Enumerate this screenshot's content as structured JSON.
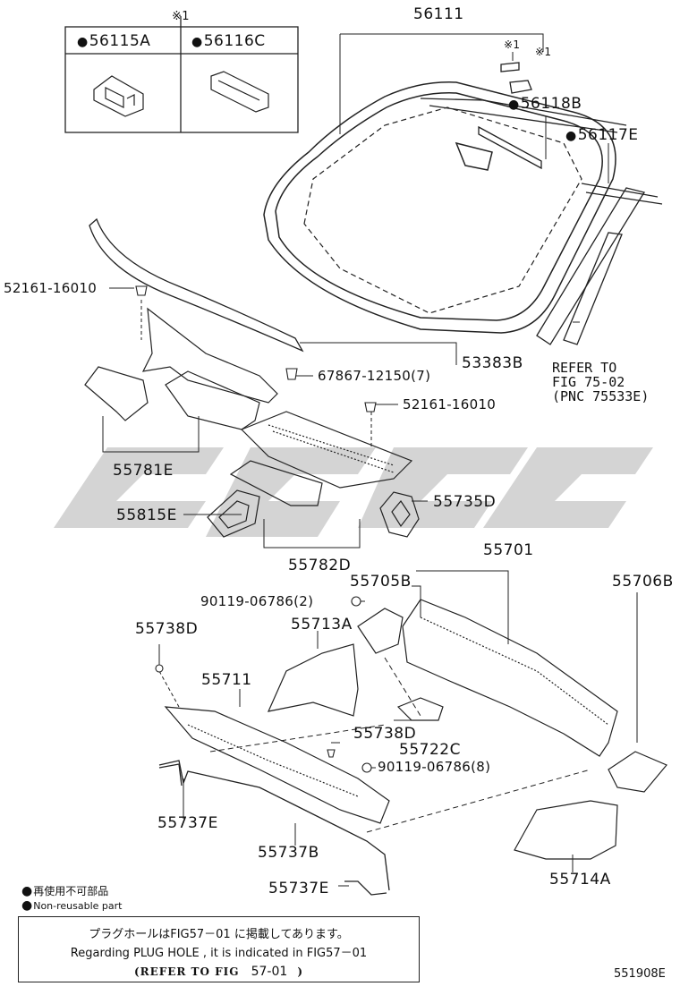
{
  "callout_group": {
    "group_mark": "※1",
    "items": [
      {
        "label": "56115A"
      },
      {
        "label": "56116C"
      }
    ]
  },
  "parts": {
    "p56111": "56111",
    "p56118B": "56118B",
    "p56117E": "56117E",
    "mark_a": "※1",
    "mark_b": "※1",
    "p52161_a": "52161-16010",
    "p52161_b": "52161-16010",
    "p53383B": "53383B",
    "p67867": "67867-12150(7)",
    "p55781E": "55781E",
    "p55815E": "55815E",
    "p55735D": "55735D",
    "p55782D": "55782D",
    "p55701": "55701",
    "p55705B": "55705B",
    "p55706B": "55706B",
    "p90119_a": "90119-06786(2)",
    "p55738D_a": "55738D",
    "p55713A": "55713A",
    "p55711": "55711",
    "p55738D_b": "55738D",
    "p55722C": "55722C",
    "p90119_b": "90119-06786(8)",
    "p55737E_a": "55737E",
    "p55737B": "55737B",
    "p55737E_b": "55737E",
    "p55714A": "55714A"
  },
  "refer": {
    "line1": "REFER TO",
    "line2": "FIG 75-02",
    "line3": "(PNC 75533E)"
  },
  "legend": {
    "line1": "再使用不可部品",
    "line2": "Non-reusable part"
  },
  "info_box": {
    "jp": "プラグホールはFIG57－01 に掲載してあります。",
    "en": "Regarding  PLUG HOLE , it is indicated  in FIG57－01",
    "ref_prefix": "(REFER TO FIG",
    "ref_fig": "57-01",
    "ref_suffix": ")"
  },
  "figure_code": "551908E"
}
